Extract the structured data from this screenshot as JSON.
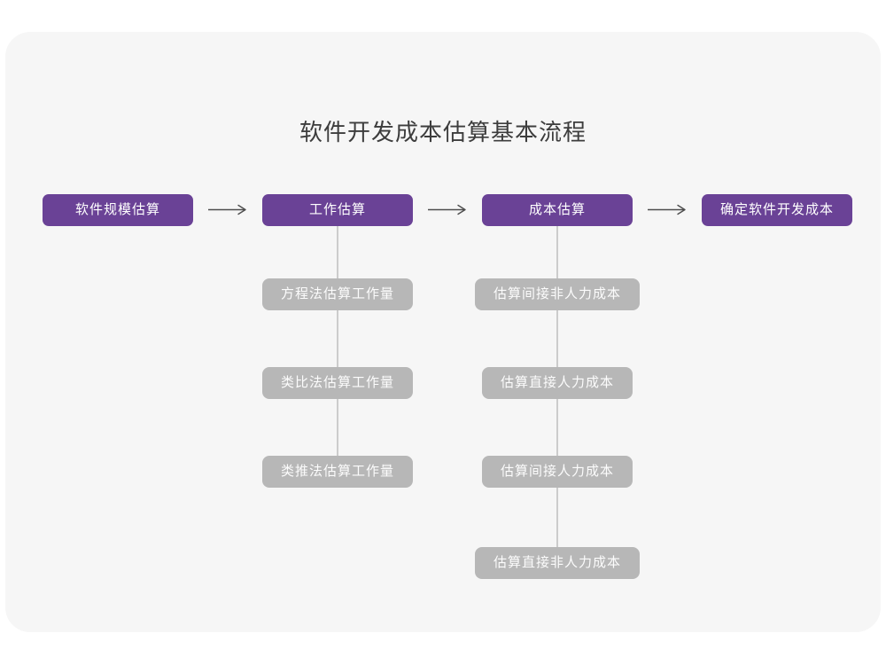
{
  "page": {
    "title": "软件开发成本估算基本流程"
  },
  "flow": {
    "main_nodes": [
      {
        "label": "软件规模估算"
      },
      {
        "label": "工作估算"
      },
      {
        "label": "成本估算"
      },
      {
        "label": "确定软件开发成本"
      }
    ],
    "work_branch": {
      "parent": "工作估算",
      "items": [
        "方程法估算工作量",
        "类比法估算工作量",
        "类推法估算工作量"
      ]
    },
    "cost_branch": {
      "parent": "成本估算",
      "items": [
        "估算间接非人力成本",
        "估算直接人力成本",
        "估算间接人力成本",
        "估算直接非人力成本"
      ]
    }
  },
  "colors": {
    "accent_purple": "#6A4296",
    "branch_gray": "#B7B7B7",
    "card_background": "#F6F6F6",
    "connector_line": "#CCCCCC",
    "arrow": "#4D4D4D"
  }
}
